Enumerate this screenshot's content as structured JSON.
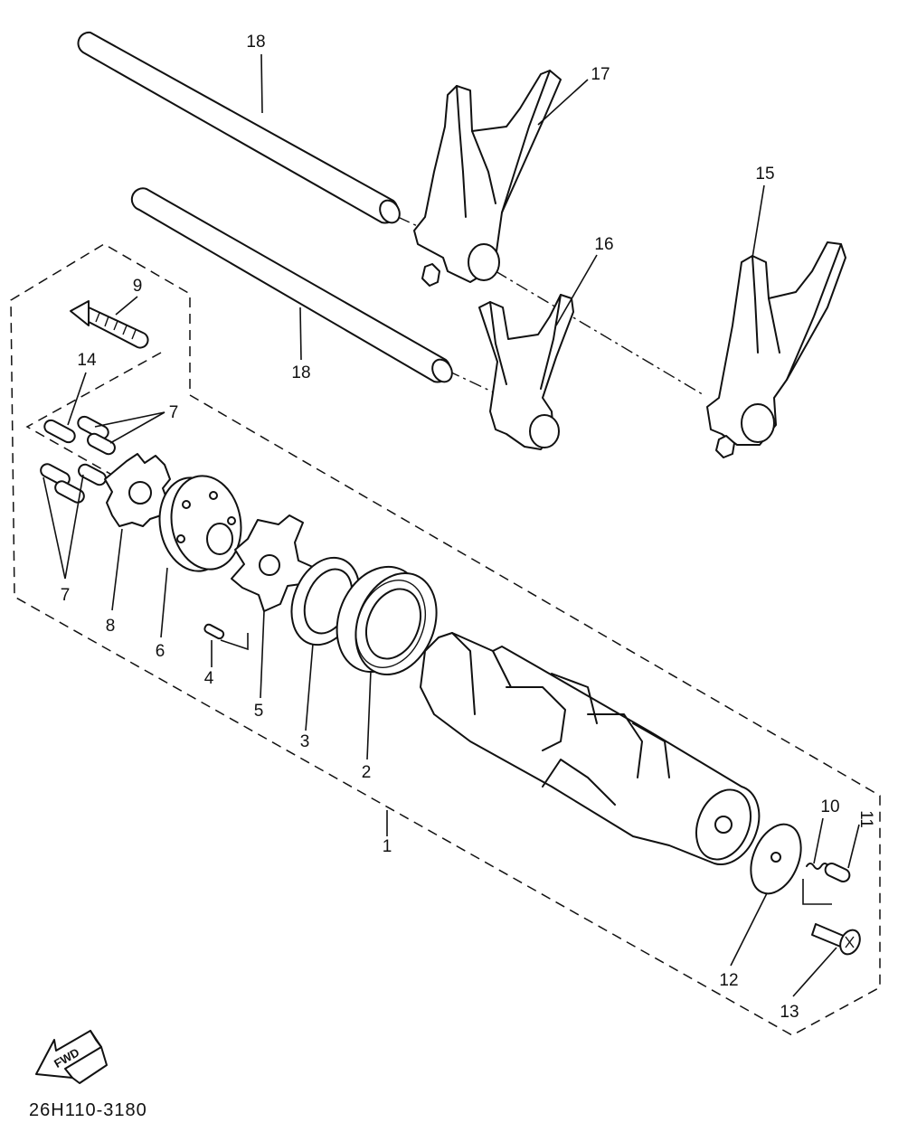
{
  "diagram": {
    "part_numbers": {
      "p1": "1",
      "p2": "2",
      "p3": "3",
      "p4": "4",
      "p5": "5",
      "p6": "6",
      "p7a": "7",
      "p7b": "7",
      "p8": "8",
      "p9": "9",
      "p10": "10",
      "p11": "11",
      "p12": "12",
      "p13": "13",
      "p14": "14",
      "p15": "15",
      "p16": "16",
      "p17": "17",
      "p18a": "18",
      "p18b": "18"
    },
    "fwd_label": "FWD",
    "drawing_code": "26H110-3180",
    "icons": {
      "direction": "fwd-arrow-icon"
    }
  }
}
